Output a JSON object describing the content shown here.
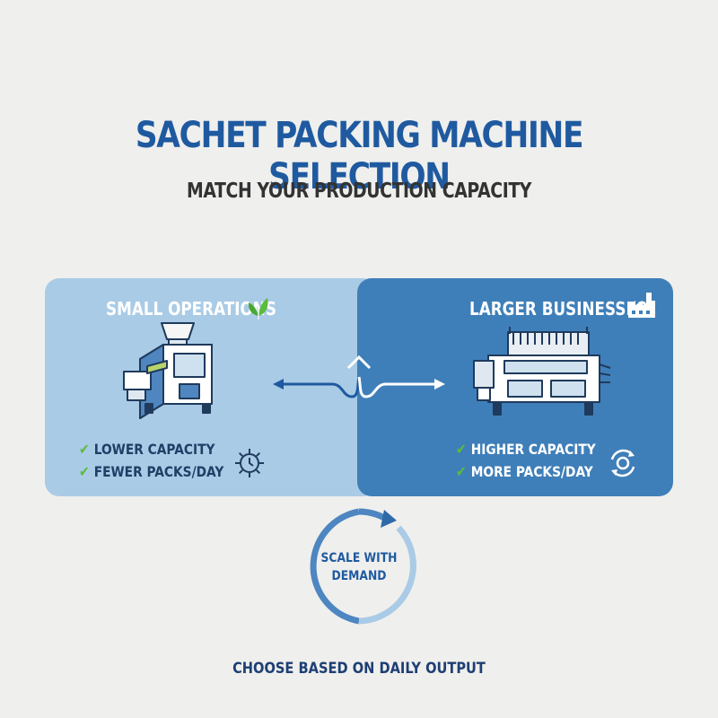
{
  "header": {
    "title": "SACHET PACKING MACHINE SELECTION",
    "subtitle": "MATCH YOUR PRODUCTION CAPACITY"
  },
  "left_panel": {
    "title": "SMALL OPERATIONS",
    "title_icon": "leaf-icon",
    "features": [
      "LOWER CAPACITY",
      "FEWER PACKS/DAY"
    ],
    "feature_icon": "gear-clock-icon",
    "machine_icon": "small-packing-machine-icon"
  },
  "right_panel": {
    "title": "LARGER BUSINESSES",
    "title_icon": "factory-icon",
    "features": [
      "HIGHER CAPACITY",
      "MORE PACKS/DAY"
    ],
    "feature_icon": "cycle-arrows-icon",
    "machine_icon": "large-packing-machine-icon"
  },
  "cycle": {
    "label_line1": "SCALE WITH",
    "label_line2": "DEMAND"
  },
  "footer": {
    "text": "CHOOSE BASED ON DAILY OUTPUT"
  },
  "colors": {
    "title": "#1f5aa0",
    "left_panel": "#a9cbe6",
    "right_panel": "#3f7fb9",
    "check": "#5cbb3d",
    "background": "#efefed"
  }
}
